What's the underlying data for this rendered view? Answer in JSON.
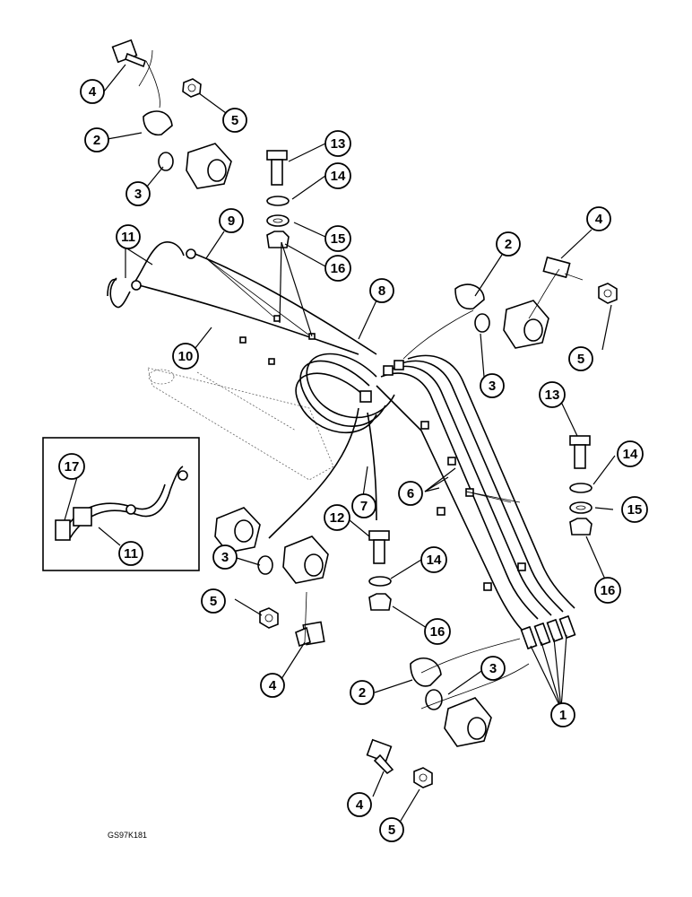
{
  "callouts": [
    "1",
    "2",
    "3",
    "4",
    "5",
    "6",
    "7",
    "8",
    "9",
    "10",
    "11",
    "12",
    "13",
    "14",
    "15",
    "16",
    "17"
  ],
  "figure_code": "GS97K181",
  "inset": {
    "callouts": [
      "17",
      "11"
    ]
  }
}
